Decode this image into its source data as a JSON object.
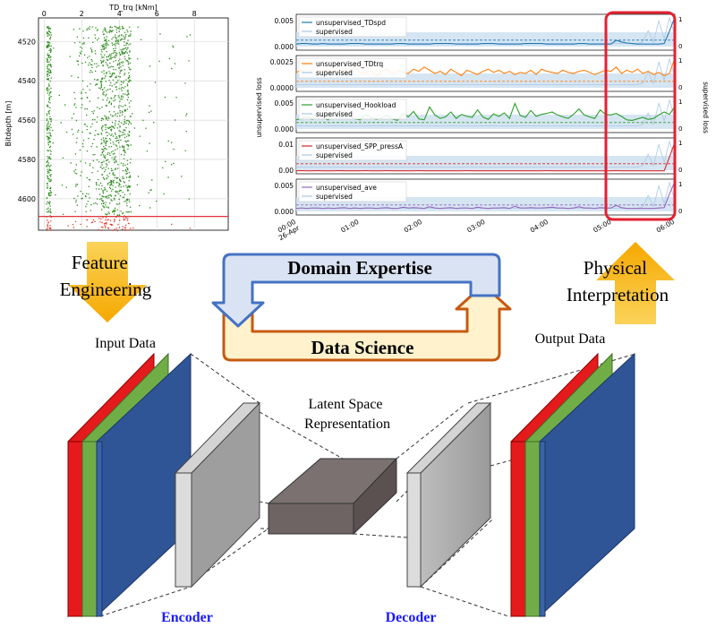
{
  "scatter_chart": {
    "x_label": "TD_trq [kNm]",
    "y_label": "Bitdepth [m]",
    "x_ticks": [
      "0",
      "2",
      "4",
      "6",
      "8"
    ],
    "x_tick_values": [
      0,
      2,
      4,
      6,
      8
    ],
    "y_ticks": [
      "4520",
      "4540",
      "4560",
      "4580",
      "4600"
    ],
    "y_tick_values": [
      4520,
      4540,
      4560,
      4580,
      4600
    ],
    "xlim": [
      -0.3,
      9.8
    ],
    "ylim": [
      4508,
      4616
    ],
    "threshold_depth": 4609,
    "colors": {
      "points": "#2e8b1e",
      "highlight": "#e83a2a",
      "line": "#e0343a"
    }
  },
  "loss_chart": {
    "y_label_left": "unsupervised loss",
    "y_label_right": "supervised loss",
    "x_ticks": [
      "00:00\n26-Apr",
      "01:00",
      "02:00",
      "03:00",
      "04:00",
      "05:00",
      "06:00"
    ],
    "panels": [
      {
        "legend": "unsupervised_TDspd",
        "color": "#1f77b4",
        "yticks": [
          "0.005",
          "0.000"
        ],
        "ymax": 0.006,
        "values": [
          0.0008,
          0.0009,
          0.0009,
          0.0008,
          0.0008,
          0.0009,
          0.0008,
          0.0008,
          0.0008,
          0.0008,
          0.0009,
          0.0009,
          0.0009,
          0.0008,
          0.0008,
          0.0008,
          0.0008,
          0.0008,
          0.0008,
          0.0009,
          0.0009,
          0.0008,
          0.0008,
          0.0008,
          0.0008,
          0.0008,
          0.0009,
          0.0009,
          0.0009,
          0.0009,
          0.0008,
          0.0008,
          0.0008,
          0.0008,
          0.0008,
          0.0009,
          0.0009,
          0.0009,
          0.0008,
          0.0008,
          0.0008,
          0.0008,
          0.0008,
          0.0009,
          0.0009,
          0.0009,
          0.0009,
          0.0008,
          0.0008,
          0.0008,
          0.0008,
          0.0008,
          0.0008,
          0.0009,
          0.0009,
          0.0008,
          0.0008,
          0.0008,
          0.0008,
          0.0008,
          0.0015,
          0.0012,
          0.001,
          0.0009,
          0.0008,
          0.0008,
          0.0008,
          0.0008,
          0.0008,
          0.0009,
          0.0032,
          0.0058
        ]
      },
      {
        "legend": "unsupervised_TDtrq",
        "color": "#ff7f0e",
        "yticks": [
          "0.0025",
          "0.0000"
        ],
        "ymax": 0.003,
        "values": [
          0.0016,
          0.0018,
          0.0015,
          0.0019,
          0.0014,
          0.0017,
          0.0018,
          0.0016,
          0.0019,
          0.0015,
          0.0018,
          0.0021,
          0.0016,
          0.0015,
          0.0018,
          0.0013,
          0.0017,
          0.0019,
          0.0014,
          0.0018,
          0.0016,
          0.0015,
          0.0019,
          0.0017,
          0.0021,
          0.0018,
          0.0015,
          0.0017,
          0.0014,
          0.0019,
          0.0016,
          0.0013,
          0.0018,
          0.0016,
          0.0014,
          0.0017,
          0.0019,
          0.0016,
          0.0018,
          0.0015,
          0.0017,
          0.0014,
          0.0016,
          0.0015,
          0.0018,
          0.0014,
          0.0019,
          0.0017,
          0.0016,
          0.0015,
          0.0018,
          0.0016,
          0.0015,
          0.0017,
          0.0018,
          0.0016,
          0.0014,
          0.0016,
          0.0018,
          0.0017,
          0.0021,
          0.0015,
          0.0018,
          0.0016,
          0.0019,
          0.0015,
          0.0017,
          0.0014,
          0.0016,
          0.0013,
          0.0015,
          0.0029
        ]
      },
      {
        "legend": "unsupervised_Hookload",
        "color": "#2ca02c",
        "yticks": [
          "0.005",
          "0.000"
        ],
        "ymax": 0.0065,
        "values": [
          0.0022,
          0.0025,
          0.0028,
          0.0023,
          0.0032,
          0.0026,
          0.0022,
          0.0034,
          0.0028,
          0.0037,
          0.0029,
          0.0024,
          0.0022,
          0.0033,
          0.0027,
          0.0023,
          0.0026,
          0.0031,
          0.0024,
          0.0021,
          0.0036,
          0.0028,
          0.0039,
          0.0024,
          0.0022,
          0.0048,
          0.0032,
          0.0025,
          0.0028,
          0.0038,
          0.0025,
          0.0033,
          0.0029,
          0.0027,
          0.0042,
          0.0028,
          0.0023,
          0.0034,
          0.0029,
          0.0036,
          0.0025,
          0.0055,
          0.0031,
          0.0027,
          0.0041,
          0.0029,
          0.0033,
          0.0035,
          0.0038,
          0.0032,
          0.0028,
          0.0025,
          0.0033,
          0.0044,
          0.0032,
          0.0028,
          0.0025,
          0.0042,
          0.0033,
          0.0032,
          0.0035,
          0.0029,
          0.0022,
          0.0021,
          0.0024,
          0.0027,
          0.0023,
          0.0025,
          0.0032,
          0.0038,
          0.0033,
          0.0049
        ]
      },
      {
        "legend": "unsupervised_SPP_pressA",
        "color": "#d62728",
        "yticks": [
          "0.01",
          "0.00"
        ],
        "ymax": 0.014,
        "values": [
          0.0005,
          0.0006,
          0.0005,
          0.0005,
          0.0006,
          0.0005,
          0.0005,
          0.0005,
          0.0006,
          0.0005,
          0.0005,
          0.0005,
          0.0005,
          0.0006,
          0.0005,
          0.0005,
          0.0005,
          0.0006,
          0.0005,
          0.0005,
          0.0005,
          0.0005,
          0.0005,
          0.0006,
          0.0005,
          0.0005,
          0.0005,
          0.0005,
          0.0005,
          0.0005,
          0.0005,
          0.0005,
          0.0006,
          0.0005,
          0.0005,
          0.0005,
          0.0005,
          0.0005,
          0.0005,
          0.0005,
          0.0005,
          0.0005,
          0.0005,
          0.0005,
          0.0005,
          0.0005,
          0.0005,
          0.0006,
          0.0005,
          0.0005,
          0.0005,
          0.0005,
          0.0005,
          0.0005,
          0.0005,
          0.0005,
          0.0005,
          0.0005,
          0.0005,
          0.0005,
          0.0006,
          0.0005,
          0.0005,
          0.0005,
          0.0005,
          0.0005,
          0.0005,
          0.0005,
          0.0005,
          0.0005,
          0.0065,
          0.0128
        ]
      },
      {
        "legend": "unsupervised_ave",
        "color": "#9467bd",
        "yticks": [
          "0.005",
          "0.000"
        ],
        "ymax": 0.0075,
        "values": [
          0.0011,
          0.0012,
          0.0011,
          0.0012,
          0.0012,
          0.0011,
          0.0012,
          0.0011,
          0.0012,
          0.0013,
          0.0011,
          0.0012,
          0.0011,
          0.0012,
          0.0012,
          0.0011,
          0.0012,
          0.0013,
          0.0011,
          0.0011,
          0.0014,
          0.0012,
          0.0013,
          0.0012,
          0.0011,
          0.0015,
          0.0012,
          0.0011,
          0.0012,
          0.0013,
          0.0011,
          0.0012,
          0.0012,
          0.0011,
          0.0014,
          0.0012,
          0.0011,
          0.0012,
          0.0012,
          0.0013,
          0.0011,
          0.0016,
          0.0012,
          0.0012,
          0.0013,
          0.0012,
          0.0012,
          0.0013,
          0.0014,
          0.0012,
          0.0012,
          0.0011,
          0.0012,
          0.0015,
          0.0012,
          0.0012,
          0.0011,
          0.0013,
          0.0012,
          0.0012,
          0.0018,
          0.0013,
          0.0011,
          0.0011,
          0.0011,
          0.0011,
          0.0011,
          0.0011,
          0.0012,
          0.0013,
          0.0045,
          0.0073
        ]
      }
    ],
    "supervised_label": "supervised",
    "supervised_values": [
      0.15,
      0.15,
      0.15,
      0.15,
      0.15,
      0.15,
      0.15,
      0.15,
      0.15,
      0.15,
      0.15,
      0.15,
      0.15,
      0.15,
      0.15,
      0.15,
      0.15,
      0.15,
      0.15,
      0.15,
      0.15,
      0.15,
      0.15,
      0.15,
      0.15,
      0.15,
      0.15,
      0.15,
      0.15,
      0.15,
      0.15,
      0.15,
      0.15,
      0.15,
      0.15,
      0.15,
      0.15,
      0.15,
      0.15,
      0.15,
      0.15,
      0.15,
      0.15,
      0.15,
      0.15,
      0.15,
      0.15,
      0.15,
      0.15,
      0.15,
      0.15,
      0.15,
      0.15,
      0.15,
      0.15,
      0.15,
      0.15,
      0.15,
      0.15,
      0.15,
      0.15,
      0.15,
      0.15,
      0.15,
      0.15,
      0.2,
      0.55,
      0.2,
      0.85,
      0.3,
      0.95,
      0.4
    ],
    "supervised_color": "#aac8e6",
    "band_color": "#cfe0f0",
    "highlight_color": "#e4202f"
  },
  "feature_engineering_label": "Feature\nEngineering",
  "physical_interpretation_label": "Physical\nInterpretation",
  "domain_expertise_label": "Domain Expertise",
  "data_science_label": "Data Science",
  "input_data_label": "Input Data",
  "output_data_label": "Output Data",
  "latent_space_label": "Latent Space\nRepresentation",
  "encoder_label": "Encoder",
  "decoder_label": "Decoder",
  "colors": {
    "arrow_fill": "#f7b81c",
    "blue_loop_stroke": "#4472c4",
    "blue_loop_fill": "#dae3f3",
    "orange_loop_stroke": "#c55a11",
    "orange_loop_fill": "#fff2cc",
    "layer_red": "#e41a1c",
    "layer_green": "#70ad47",
    "layer_blue": "#2f5597",
    "encoder_text": "#0000cc"
  }
}
